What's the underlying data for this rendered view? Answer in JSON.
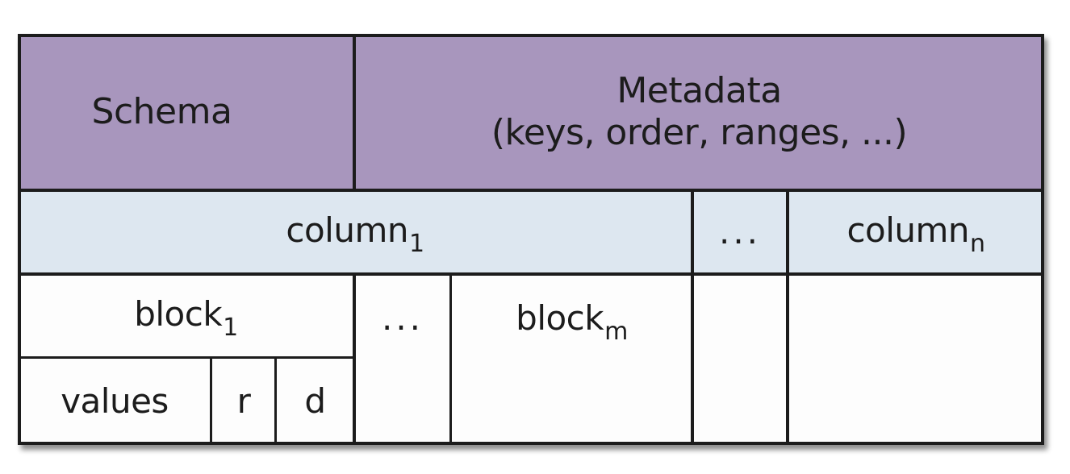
{
  "header": {
    "schema_label": "Schema",
    "metadata_title": "Metadata",
    "metadata_detail": "(keys, order, ranges, ...)"
  },
  "columns": {
    "first_label": "column",
    "first_sub": "1",
    "ellipsis": "...",
    "last_label": "column",
    "last_sub": "n"
  },
  "blocks": {
    "first_label": "block",
    "first_sub": "1",
    "ellipsis": "...",
    "last_label": "block",
    "last_sub": "m"
  },
  "block_parts": {
    "values": "values",
    "r": "r",
    "d": "d"
  },
  "colors": {
    "header": "#a896bd",
    "column_row": "#dde7f0",
    "body": "#fdfdfd",
    "border": "#1c1c1c"
  }
}
